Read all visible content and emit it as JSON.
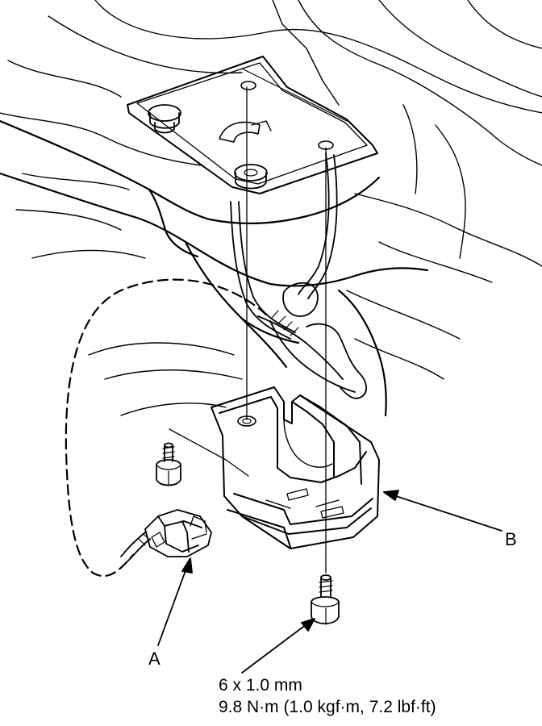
{
  "labels": {
    "a": "A",
    "b": "B"
  },
  "spec": {
    "size": "6 x 1.0 mm",
    "torque": "9.8 N·m (1.0 kgf·m, 7.2 lbf·ft)"
  },
  "colors": {
    "line": "#000000",
    "background": "#ffffff"
  }
}
